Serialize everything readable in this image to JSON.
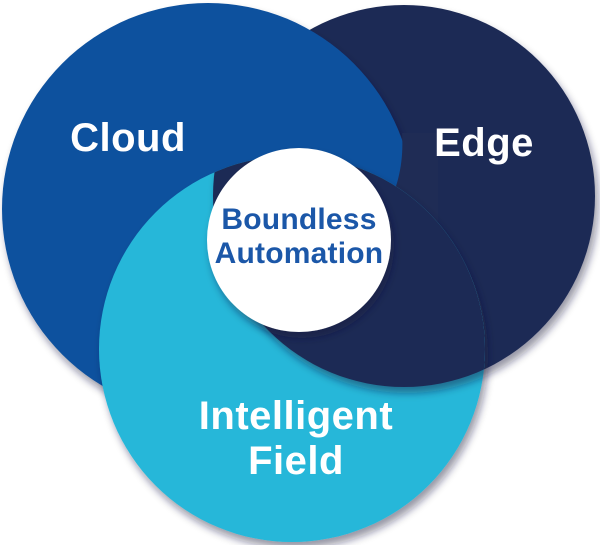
{
  "diagram": {
    "cloud": {
      "label": "Cloud",
      "color": "#10519e",
      "text_color": "#ffffff"
    },
    "edge": {
      "label": "Edge",
      "color": "#1f2c55",
      "text_color": "#ffffff"
    },
    "field": {
      "label_line1": "Intelligent",
      "label_line2": "Field",
      "color": "#27b7d9",
      "text_color": "#ffffff"
    },
    "center": {
      "line1": "Boundless",
      "line2": "Automation",
      "bg_color": "#ffffff",
      "text_color": "#1b57a8"
    }
  }
}
